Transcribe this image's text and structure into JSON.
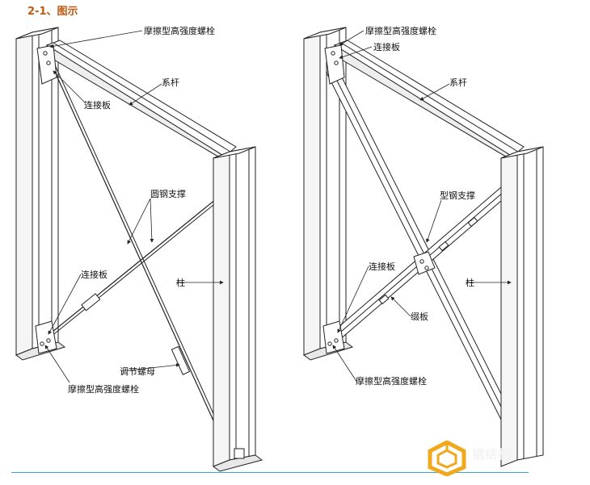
{
  "caption": "2-1、图示",
  "left_diagram": {
    "top_bolt": "摩擦型高强度螺栓",
    "plate_top": "连接板",
    "tie_rod": "系杆",
    "round_brace": "圆钢支撑",
    "plate_bottom": "连接板",
    "column": "柱",
    "turnbuckle": "调节螺母",
    "bottom_bolt": "摩擦型高强度螺栓"
  },
  "right_diagram": {
    "top_bolt": "摩擦型高强度螺栓",
    "plate_top": "连接板",
    "tie_rod": "系杆",
    "section_brace": "型钢支撑",
    "plate_mid": "连接板",
    "column": "柱",
    "pad_plate": "缀板",
    "bottom_bolt": "摩擦型高强度螺栓"
  },
  "watermark": "钢结构",
  "colors": {
    "caption": "#c05a10",
    "logo": "#f0a81c",
    "baseline": "#3aa6c8"
  }
}
